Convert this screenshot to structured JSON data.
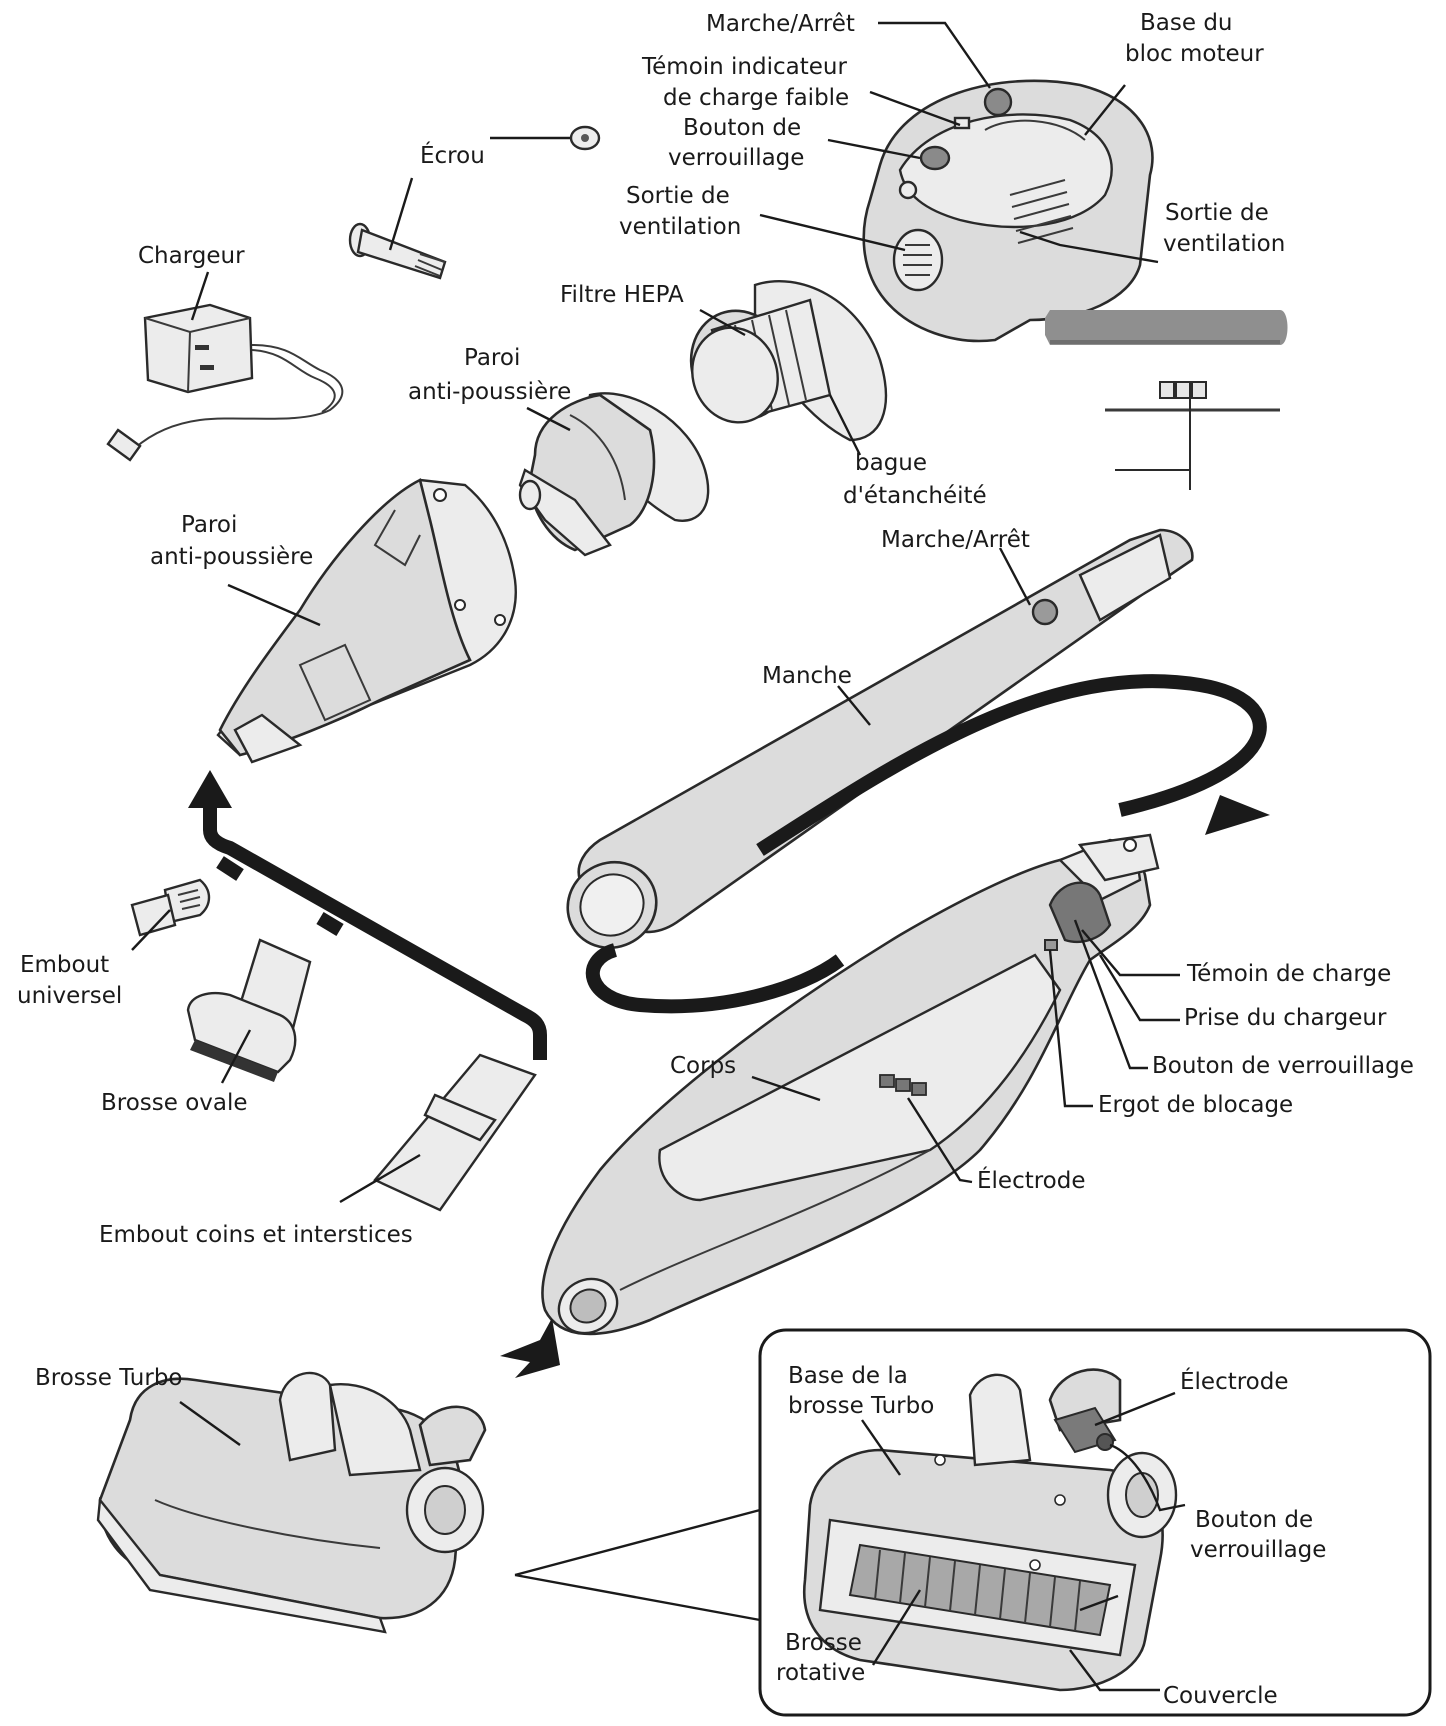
{
  "labels": {
    "marche_arret_top": "Marche/Arrêt",
    "temoin_indicateur_1": "Témoin indicateur",
    "temoin_indicateur_2": "de charge faible",
    "bouton_verr_top_1": "Bouton de",
    "bouton_verr_top_2": "verrouillage",
    "sortie_vent_left_1": "Sortie de",
    "sortie_vent_left_2": "ventilation",
    "base_bloc_1": "Base du",
    "base_bloc_2": "bloc moteur",
    "sortie_vent_right_1": "Sortie de",
    "sortie_vent_right_2": "ventilation",
    "ecrou": "Écrou",
    "chargeur": "Chargeur",
    "filtre_hepa": "Filtre HEPA",
    "paroi_top_1": "Paroi",
    "paroi_top_2": "anti-poussière",
    "bague_1": "bague",
    "bague_2": "d'étanchéité",
    "paroi_left_1": "Paroi",
    "paroi_left_2": "anti-poussière",
    "marche_arret_handle": "Marche/Arrêt",
    "manche": "Manche",
    "embout_universel_1": "Embout",
    "embout_universel_2": "universel",
    "brosse_ovale": "Brosse ovale",
    "embout_coins": "Embout coins et interstices",
    "corps": "Corps",
    "temoin_charge": "Témoin de charge",
    "prise_chargeur": "Prise du chargeur",
    "bouton_verr_body": "Bouton de verrouillage",
    "ergot": "Ergot de blocage",
    "electrode_body": "Électrode",
    "brosse_turbo": "Brosse Turbo",
    "base_turbo_1": "Base de la",
    "base_turbo_2": "brosse Turbo",
    "electrode_inset": "Électrode",
    "bouton_verr_inset_1": "Bouton de",
    "bouton_verr_inset_2": "verrouillage",
    "brosse_rot_1": "Brosse",
    "brosse_rot_2": "rotative",
    "couvercle": "Couvercle"
  }
}
